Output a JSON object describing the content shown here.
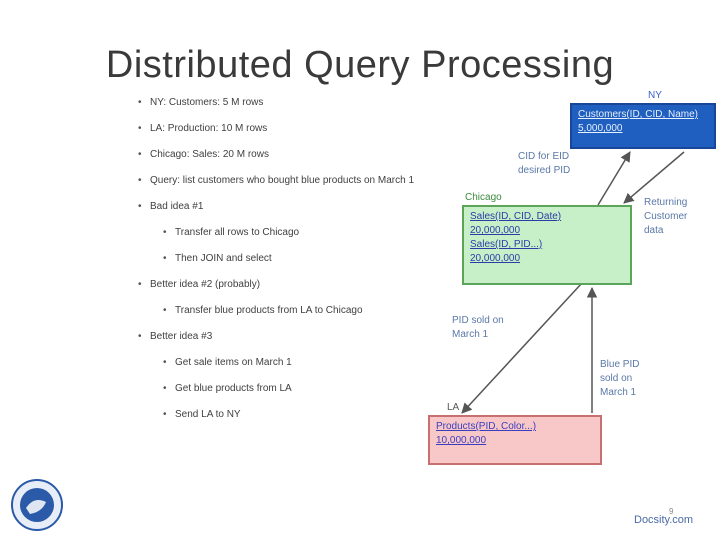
{
  "slide": {
    "title": "Distributed Query Processing",
    "bullets": [
      {
        "text": "NY: Customers: 5 M rows",
        "level": 1
      },
      {
        "text": "LA: Production: 10 M rows",
        "level": 1
      },
      {
        "text": "Chicago: Sales: 20 M rows",
        "level": 1
      },
      {
        "text": "Query: list customers who bought blue products on March 1",
        "level": 1
      },
      {
        "text": "Bad idea #1",
        "level": 1
      },
      {
        "text": "Transfer all rows to Chicago",
        "level": 2
      },
      {
        "text": "Then JOIN and select",
        "level": 2
      },
      {
        "text": "Better idea #2 (probably)",
        "level": 1
      },
      {
        "text": "Transfer blue products from LA to Chicago",
        "level": 2
      },
      {
        "text": "Better idea #3",
        "level": 1
      },
      {
        "text": "Get sale items on March 1",
        "level": 2
      },
      {
        "text": "Get blue products from LA",
        "level": 2
      },
      {
        "text": "Send LA to NY",
        "level": 2
      }
    ],
    "nodes": {
      "ny": {
        "label": "NY",
        "lines": [
          "Customers(ID, CID, Name)",
          "5,000,000"
        ]
      },
      "chicago": {
        "label": "Chicago",
        "lines": [
          "Sales(ID, CID, Date)",
          "20,000,000",
          "Sales(ID, PID...)",
          "20,000,000"
        ]
      },
      "la": {
        "label": "LA",
        "lines": [
          "Products(PID, Color...)",
          "10,000,000"
        ]
      }
    },
    "notes": {
      "ny_return": [
        "CID for EID",
        "desired PID"
      ],
      "customer_data": [
        "Returning",
        "Customer",
        "data"
      ],
      "pid_sold": [
        "PID sold on",
        "March 1"
      ],
      "blue_pid": [
        "Blue PID",
        "sold on",
        "March 1"
      ]
    },
    "footer": "Docsity.com",
    "page_number": "9"
  }
}
